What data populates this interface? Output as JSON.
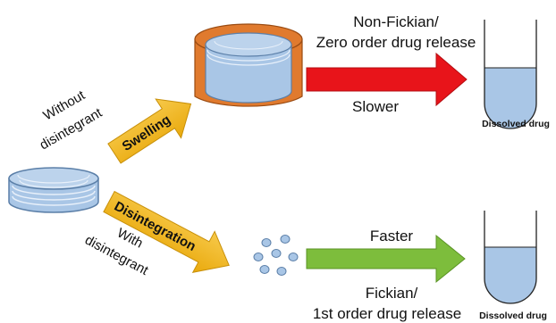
{
  "top_path": {
    "without_label": "Without",
    "disintegrant_label": "disintegrant",
    "swelling_label": "Swelling",
    "mechanism_line1": "Non-Fickian/",
    "mechanism_line2": "Zero order drug release",
    "speed_label": "Slower",
    "beaker_label": "Dissolved drug"
  },
  "bottom_path": {
    "with_label": "With",
    "disintegrant_label": "disintegrant",
    "disintegration_label": "Disintegration",
    "speed_label": "Faster",
    "mechanism_line1": "Fickian/",
    "mechanism_line2": "1st order drug release",
    "beaker_label": "Dissolved drug"
  },
  "colors": {
    "tablet_fill": "#a9c6e6",
    "tablet_stroke": "#5b7fa8",
    "swollen_rim": "#e07a2e",
    "yellow_arrow": "#f2b516",
    "red_arrow": "#e8141a",
    "green_arrow": "#7dbd3c",
    "liquid": "#a9c6e6"
  }
}
